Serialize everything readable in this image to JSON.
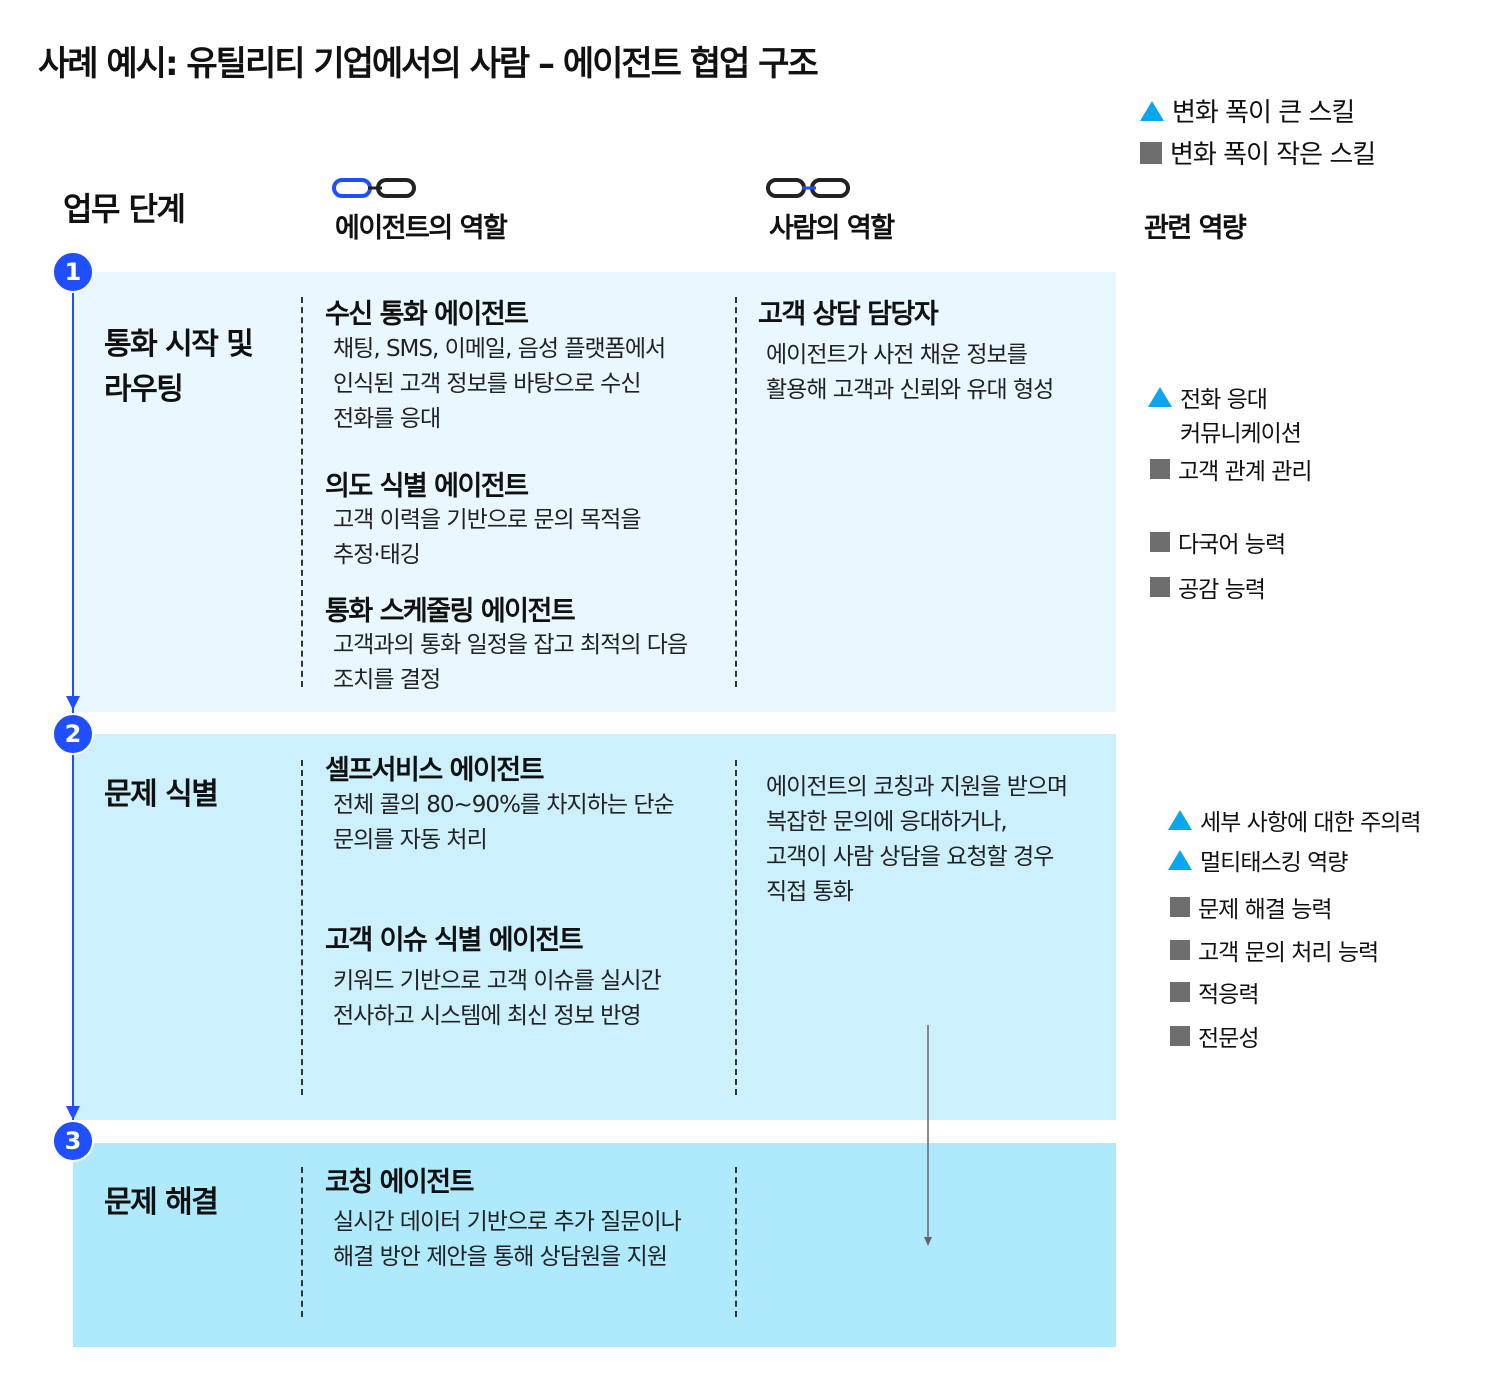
{
  "title": "사례 예시: 유틸리티 기업에서의 사람 – 에이전트 협업 구조",
  "legend": {
    "high": "변화 폭이 큰 스킬",
    "low": "변화 폭이 작은 스킬"
  },
  "headers": {
    "stage": "업무 단계",
    "agent": "에이전트의 역할",
    "human": "사람의 역할",
    "skills": "관련 역량"
  },
  "stages": [
    {
      "num": "1",
      "name_lines": [
        "통화 시작 및",
        "라우팅"
      ],
      "agents": [
        {
          "title": "수신 통화 에이전트",
          "lines": [
            "채팅, SMS, 이메일, 음성 플랫폼에서",
            "인식된 고객 정보를 바탕으로 수신",
            "전화를 응대"
          ]
        },
        {
          "title": "의도 식별 에이전트",
          "lines": [
            "고객 이력을 기반으로 문의 목적을",
            "추정·태깅"
          ]
        },
        {
          "title": "통화 스케줄링 에이전트",
          "lines": [
            "고객과의 통화 일정을 잡고 최적의 다음",
            "조치를 결정"
          ]
        }
      ],
      "human": {
        "title": "고객 상담 담당자",
        "lines": [
          "에이전트가 사전 채운 정보를",
          "활용해 고객과 신뢰와 유대 형성"
        ]
      },
      "skills": [
        {
          "type": "high",
          "label": "전화 응대"
        },
        {
          "type": "none",
          "label": "커뮤니케이션"
        },
        {
          "type": "low",
          "label": "고객 관계 관리"
        },
        {
          "type": "low",
          "label": "다국어 능력"
        },
        {
          "type": "low",
          "label": "공감 능력"
        }
      ]
    },
    {
      "num": "2",
      "name_lines": [
        "문제 식별"
      ],
      "agents": [
        {
          "title": "셀프서비스 에이전트",
          "lines": [
            "전체 콜의 80~90%를 차지하는 단순",
            "문의를 자동 처리"
          ]
        },
        {
          "title": "고객 이슈 식별 에이전트",
          "lines": [
            "키워드 기반으로 고객 이슈를 실시간",
            "전사하고 시스템에 최신 정보 반영"
          ]
        }
      ],
      "human": {
        "lines": [
          "에이전트의 코칭과 지원을 받으며",
          "복잡한 문의에 응대하거나,",
          "고객이 사람 상담을 요청할 경우",
          "직접 통화"
        ]
      },
      "skills": [
        {
          "type": "high",
          "label": "세부 사항에 대한 주의력"
        },
        {
          "type": "high",
          "label": "멀티태스킹 역량"
        },
        {
          "type": "low",
          "label": "문제 해결 능력"
        },
        {
          "type": "low",
          "label": "고객 문의 처리 능력"
        },
        {
          "type": "low",
          "label": "적응력"
        },
        {
          "type": "low",
          "label": "전문성"
        }
      ]
    },
    {
      "num": "3",
      "name_lines": [
        "문제 해결"
      ],
      "agents": [
        {
          "title": "코칭 에이전트",
          "lines": [
            "실시간 데이터 기반으로 추가 질문이나",
            "해결 방안 제안을 통해 상담원을 지원"
          ]
        }
      ]
    }
  ],
  "colors": {
    "accent": "#1f4fff",
    "triangle": "#0aa6f0",
    "square": "#6e6e6e",
    "panel1": "#e8f8fe",
    "panel2": "#cdf0fd",
    "panel3": "#aee9fc"
  }
}
